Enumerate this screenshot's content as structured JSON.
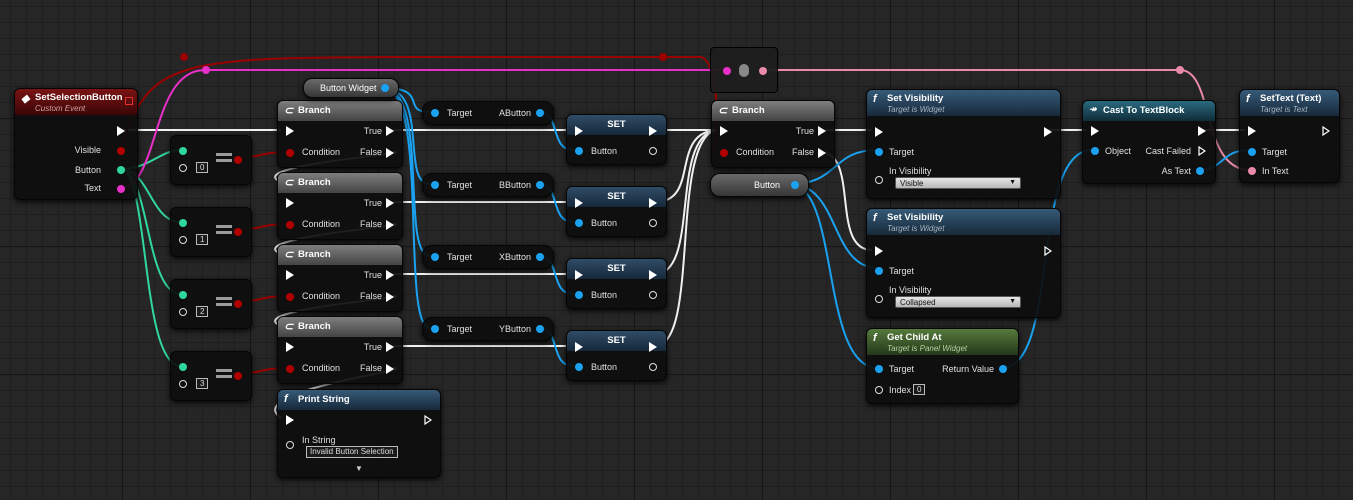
{
  "event": {
    "title": "SetSelectionButton",
    "subtitle": "Custom Event",
    "pins": [
      "Visible",
      "Button",
      "Text"
    ]
  },
  "compare_values": [
    "0",
    "1",
    "2",
    "3"
  ],
  "branch": {
    "title": "Branch",
    "true": "True",
    "false": "False",
    "condition": "Condition"
  },
  "variable": {
    "button_widget": "Button Widget",
    "button": "Button"
  },
  "target": "Target",
  "button_targets": [
    "AButton",
    "BButton",
    "XButton",
    "YButton"
  ],
  "set": {
    "title": "SET",
    "pin": "Button"
  },
  "print_string": {
    "title": "Print String",
    "pin": "In String",
    "value": "Invalid Button Selection"
  },
  "set_visibility": {
    "title": "Set Visibility",
    "subtitle": "Target is Widget",
    "pin": "In Visibility",
    "visible_value": "Visible",
    "collapsed_value": "Collapsed"
  },
  "get_child_at": {
    "title": "Get Child At",
    "subtitle": "Target is Panel Widget",
    "index_label": "Index",
    "index_value": "0",
    "return_label": "Return Value"
  },
  "cast": {
    "title": "Cast To TextBlock",
    "object": "Object",
    "failed": "Cast Failed",
    "as_text": "As Text"
  },
  "settext": {
    "title": "SetText (Text)",
    "subtitle": "Target is Text",
    "in_text": "In Text"
  },
  "colors": {
    "exec": "#ffffff",
    "object": "#1aa2f0",
    "bool": "#b00000",
    "byte": "#30d6a0",
    "text": "#e830c8"
  }
}
